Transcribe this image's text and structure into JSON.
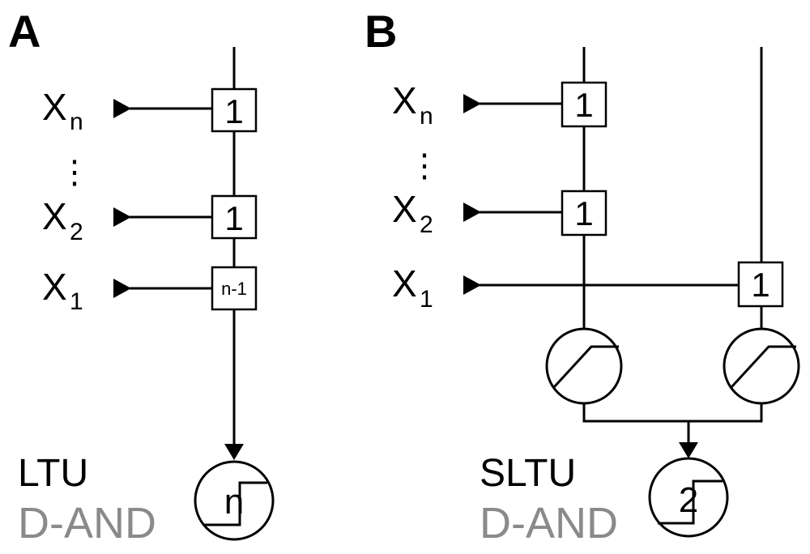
{
  "panel_a": {
    "letter": "A",
    "inputs": [
      {
        "var": "X",
        "sub": "n"
      },
      {
        "var": "X",
        "sub": "2"
      },
      {
        "var": "X",
        "sub": "1"
      }
    ],
    "ellipsis": "⋮",
    "weights": [
      "1",
      "1",
      "n-1"
    ],
    "unit_label": "LTU",
    "unit_sublabel": "D-AND",
    "threshold": "n"
  },
  "panel_b": {
    "letter": "B",
    "inputs": [
      {
        "var": "X",
        "sub": "n"
      },
      {
        "var": "X",
        "sub": "2"
      },
      {
        "var": "X",
        "sub": "1"
      }
    ],
    "ellipsis": "⋮",
    "weights": [
      "1",
      "1",
      "1"
    ],
    "unit_label": "SLTU",
    "unit_sublabel": "D-AND",
    "threshold": "2"
  },
  "icons": {
    "input_marker": "triangle-arrow",
    "dendrite_nonlinearity": "ramp-icon",
    "soma_threshold": "step-icon"
  }
}
